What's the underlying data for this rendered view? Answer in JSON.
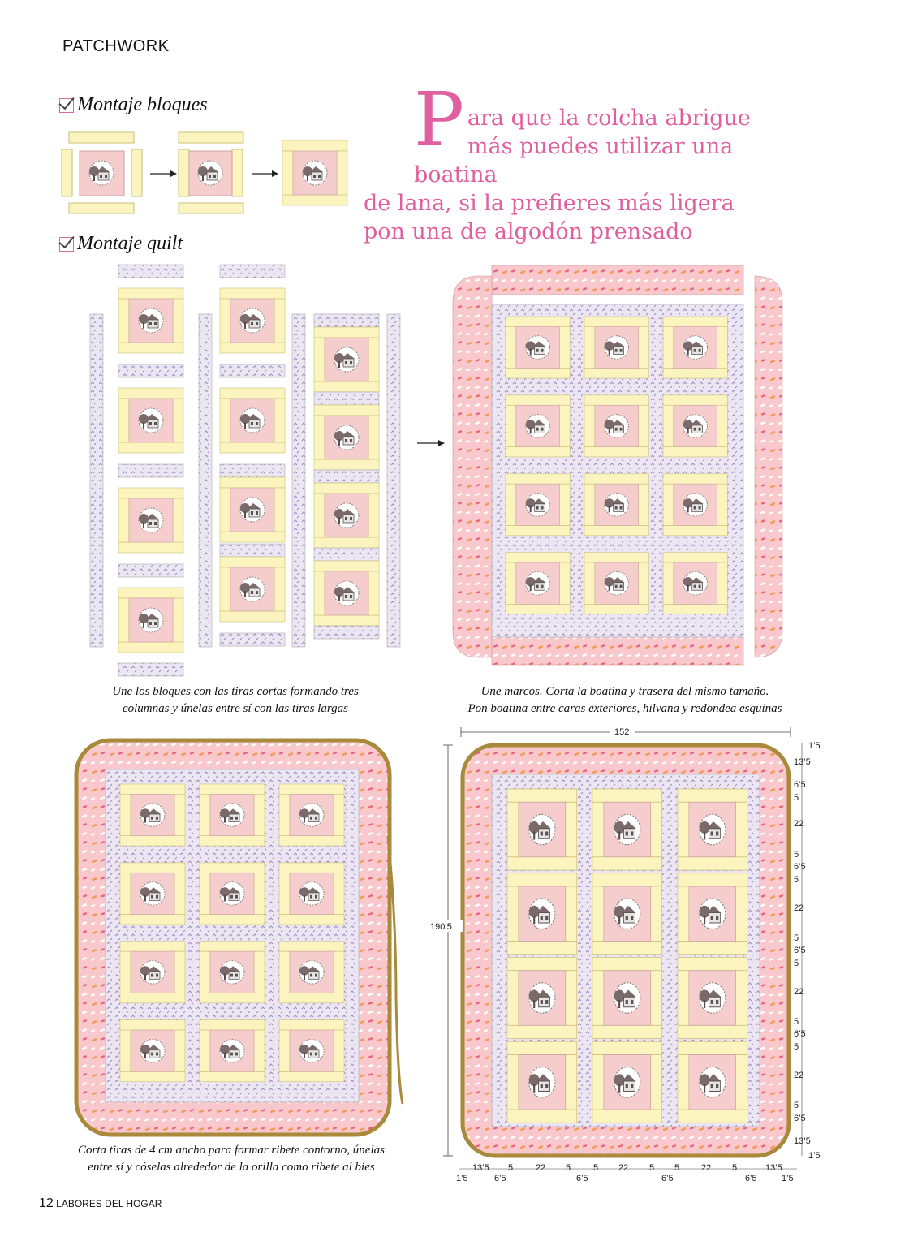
{
  "header": {
    "section": "PATCHWORK"
  },
  "steps": {
    "blocks_title": "Montaje bloques",
    "quilt_title": "Montaje quilt"
  },
  "quote": {
    "initial": "P",
    "line1": "ara que la colcha abrigue",
    "line2": "más puedes utilizar una boatina",
    "line3": "de lana, si la prefieres más ligera",
    "line4": "pon una de algodón prensado"
  },
  "captions": {
    "c1_l1": "Une los bloques con las tiras cortas formando tres",
    "c1_l2": "columnas y únelas entre sí con las tiras largas",
    "c2_l1": "Une marcos. Corta la boatina y trasera del mismo tamaño.",
    "c2_l2": "Pon boatina entre caras exteriores, hilvana y redondea esquinas",
    "c3_l1": "Corta tiras de 4 cm ancho para formar ribete contorno, únelas",
    "c3_l2": "entre sí y cóselas alrededor de la orilla como ribete al bies"
  },
  "dimensions": {
    "width": "152",
    "height": "190’5",
    "right": [
      "1’5",
      "13’5",
      "6’5",
      "5",
      "22",
      "5",
      "6’5",
      "5",
      "22",
      "5",
      "6’5",
      "5",
      "22",
      "5",
      "6’5",
      "5",
      "22",
      "5",
      "6’5",
      "13’5",
      "1’5"
    ],
    "bottom": [
      "1’5",
      "13’5",
      "6’5",
      "5",
      "22",
      "5",
      "6’5",
      "5",
      "22",
      "5",
      "6’5",
      "5",
      "22",
      "5",
      "6’5",
      "13’5",
      "1’5"
    ]
  },
  "footer": {
    "page": "12",
    "magazine": "LABORES DEL HOGAR"
  },
  "colors": {
    "pink": "#f7c6cc",
    "yellow": "#fbf3b8",
    "lilac": "#e6e0f0",
    "accent": "#e0609f",
    "binding": "#a88a3a"
  }
}
